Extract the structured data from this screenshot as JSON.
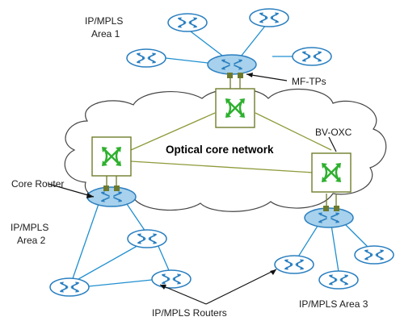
{
  "labels": {
    "area1_line1": "IP/MPLS",
    "area1_line2": "Area 1",
    "mftps": "MF-TPs",
    "bvoxc": "BV-OXC",
    "core_network": "Optical core network",
    "core_router": "Core Router",
    "area2_line1": "IP/MPLS",
    "area2_line2": "Area 2",
    "routers": "IP/MPLS Routers",
    "area3": "IP/MPLS Area 3"
  },
  "colors": {
    "ip_link": "#1f8fd0",
    "router_fill": "#ffffff",
    "core_router_fill": "#a7d1ec",
    "router_stroke": "#2a7fc0",
    "optical_link": "#8f9a3a",
    "oxc_stroke": "#6f7d2a",
    "oxc_icon": "#2fb02f",
    "cloud_stroke": "#444444",
    "transponder": "#6d7a2b"
  },
  "icons": {
    "router": "router-cross-arrows-icon",
    "oxc": "optical-cross-connect-icon"
  }
}
